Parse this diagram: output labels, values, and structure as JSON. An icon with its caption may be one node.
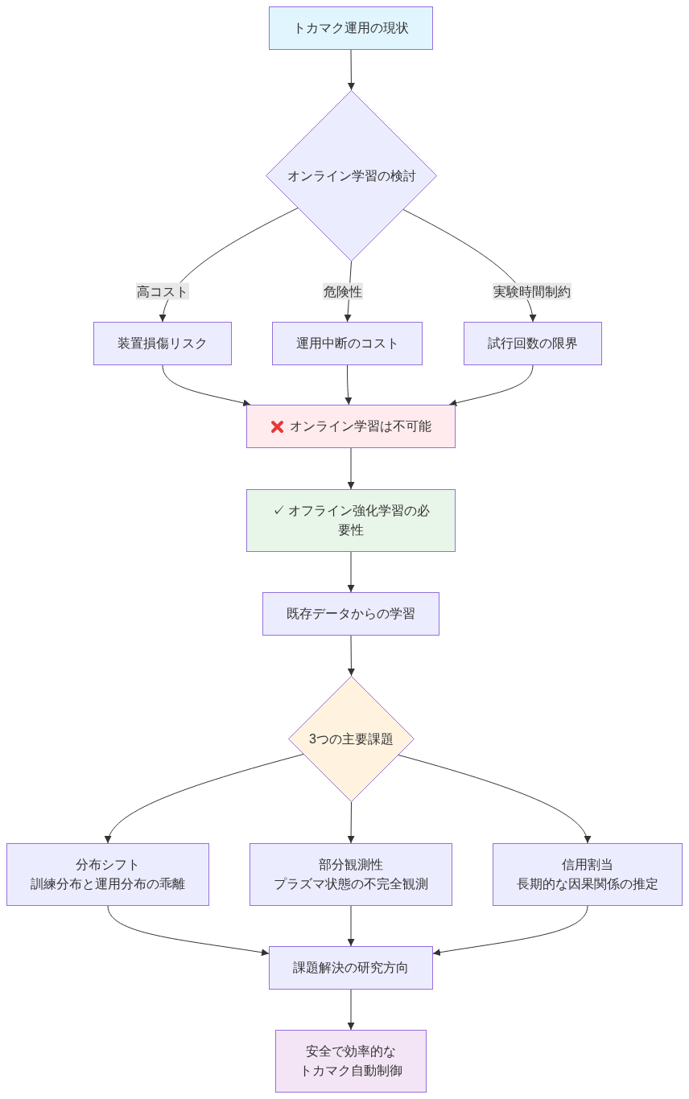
{
  "diagram": {
    "nodes": [
      {
        "text": [
          "トカマク運用の現状"
        ]
      },
      {
        "text": [
          "オンライン学習の検討"
        ]
      },
      {
        "text": [
          "装置損傷リスク"
        ]
      },
      {
        "text": [
          "運用中断のコスト"
        ]
      },
      {
        "text": [
          "試行回数の限界"
        ]
      },
      {
        "text": [
          "オンライン学習は不可能"
        ]
      },
      {
        "text": [
          "✓ オフライン強化学習の必要性"
        ]
      },
      {
        "text": [
          "既存データからの学習"
        ]
      },
      {
        "text": [
          "3つの主要課題"
        ]
      },
      {
        "text": [
          "分布シフト",
          "訓練分布と運用分布の乖離"
        ]
      },
      {
        "text": [
          "部分観測性",
          "プラズマ状態の不完全観測"
        ]
      },
      {
        "text": [
          "信用割当",
          "長期的な因果関係の推定"
        ]
      },
      {
        "text": [
          "課題解決の研究方向"
        ]
      },
      {
        "text": [
          "安全で効率的なトカマク自動制御"
        ]
      }
    ],
    "edges": [
      {
        "from": 0,
        "to": 1,
        "arrow": "to"
      },
      {
        "from": 1,
        "to": 2,
        "arrow": "to",
        "label": "高コスト"
      },
      {
        "from": 1,
        "to": 3,
        "arrow": "to",
        "label": "危険性"
      },
      {
        "from": 1,
        "to": 4,
        "arrow": "to",
        "label": "実験時間制約"
      },
      {
        "from": 2,
        "to": 5,
        "arrow": "to"
      },
      {
        "from": 3,
        "to": 5,
        "arrow": "to"
      },
      {
        "from": 4,
        "to": 5,
        "arrow": "to"
      },
      {
        "from": 5,
        "to": 6,
        "arrow": "to"
      },
      {
        "from": 6,
        "to": 7,
        "arrow": "to"
      },
      {
        "from": 7,
        "to": 8,
        "arrow": "to"
      },
      {
        "from": 8,
        "to": 9,
        "arrow": "to"
      },
      {
        "from": 8,
        "to": 10,
        "arrow": "to"
      },
      {
        "from": 8,
        "to": 11,
        "arrow": "to"
      },
      {
        "from": 9,
        "to": 12,
        "arrow": "to"
      },
      {
        "from": 10,
        "to": 12,
        "arrow": "to"
      },
      {
        "from": 11,
        "to": 12,
        "arrow": "to"
      },
      {
        "from": 12,
        "to": 13,
        "arrow": "to"
      }
    ]
  }
}
